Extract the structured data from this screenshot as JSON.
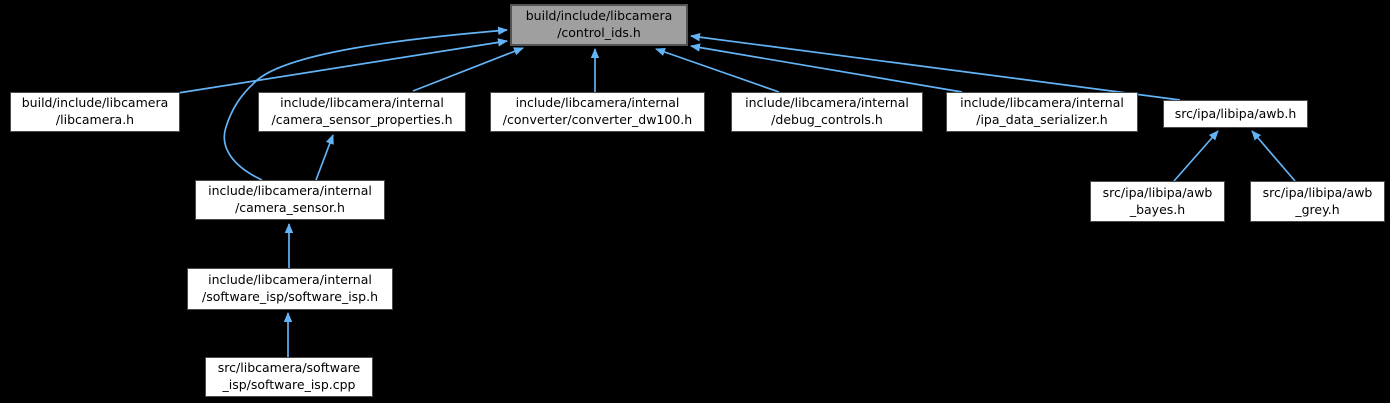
{
  "diagram": {
    "type": "doxygen-included-by-graph",
    "colors": {
      "background": "#000000",
      "edge": "#63b4f7",
      "node_fill": "#ffffff",
      "node_border": "#4a4a4a",
      "root_fill": "#9f9f9f",
      "text": "#000000"
    },
    "nodes": [
      {
        "id": "control_ids",
        "label": "build/include/libcamera\n/control_ids.h",
        "is_root": true
      },
      {
        "id": "libcamera",
        "label": "build/include/libcamera\n/libcamera.h"
      },
      {
        "id": "camera_sensor_properties",
        "label": "include/libcamera/internal\n/camera_sensor_properties.h"
      },
      {
        "id": "converter_dw100",
        "label": "include/libcamera/internal\n/converter/converter_dw100.h"
      },
      {
        "id": "debug_controls",
        "label": "include/libcamera/internal\n/debug_controls.h"
      },
      {
        "id": "ipa_data_serializer",
        "label": "include/libcamera/internal\n/ipa_data_serializer.h"
      },
      {
        "id": "awb",
        "label": "src/ipa/libipa/awb.h"
      },
      {
        "id": "camera_sensor",
        "label": "include/libcamera/internal\n/camera_sensor.h"
      },
      {
        "id": "awb_bayes",
        "label": "src/ipa/libipa/awb\n_bayes.h"
      },
      {
        "id": "awb_grey",
        "label": "src/ipa/libipa/awb\n_grey.h"
      },
      {
        "id": "software_isp_h",
        "label": "include/libcamera/internal\n/software_isp/software_isp.h"
      },
      {
        "id": "software_isp_cpp",
        "label": "src/libcamera/software\n_isp/software_isp.cpp"
      }
    ],
    "edges": [
      {
        "from": "libcamera",
        "to": "control_ids"
      },
      {
        "from": "camera_sensor",
        "to": "control_ids"
      },
      {
        "from": "camera_sensor_properties",
        "to": "control_ids"
      },
      {
        "from": "converter_dw100",
        "to": "control_ids"
      },
      {
        "from": "debug_controls",
        "to": "control_ids"
      },
      {
        "from": "ipa_data_serializer",
        "to": "control_ids"
      },
      {
        "from": "awb",
        "to": "control_ids"
      },
      {
        "from": "camera_sensor",
        "to": "camera_sensor_properties"
      },
      {
        "from": "software_isp_h",
        "to": "camera_sensor"
      },
      {
        "from": "software_isp_cpp",
        "to": "software_isp_h"
      },
      {
        "from": "awb_bayes",
        "to": "awb"
      },
      {
        "from": "awb_grey",
        "to": "awb"
      }
    ]
  }
}
